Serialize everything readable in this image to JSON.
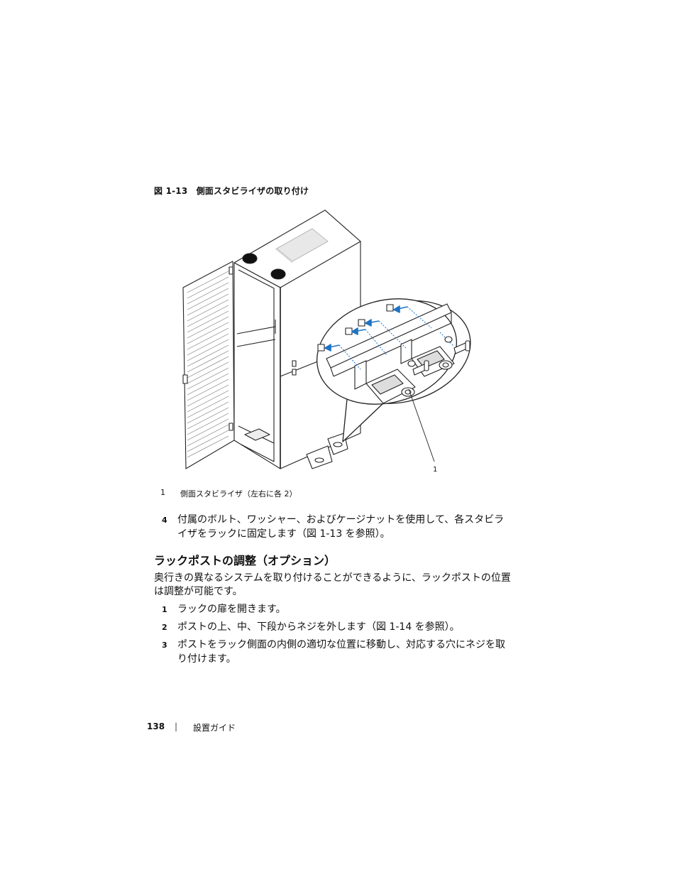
{
  "figure": {
    "caption": "図 1-13　側面スタビライザの取り付け",
    "callout_marker": "1",
    "legend": [
      {
        "number": "1",
        "text": "側面スタビライザ（左右に各 2）"
      }
    ]
  },
  "steps_before": [
    {
      "number": "4",
      "text": "付属のボルト、ワッシャー、およびケージナットを使用して、各スタビライザをラックに固定します（図 1-13 を参照）。"
    }
  ],
  "section": {
    "heading": "ラックポストの調整（オプション）",
    "intro": "奥行きの異なるシステムを取り付けることができるように、ラックポストの位置は調整が可能です。",
    "steps": [
      {
        "number": "1",
        "text": "ラックの扉を開きます。"
      },
      {
        "number": "2",
        "text": "ポストの上、中、下段からネジを外します（図 1-14 を参照）。"
      },
      {
        "number": "3",
        "text": "ポストをラック側面の内側の適切な位置に移動し、対応する穴にネジを取り付けます。"
      }
    ]
  },
  "footer": {
    "page_number": "138",
    "separator": "|",
    "guide_title": "設置ガイド"
  },
  "colors": {
    "text": "#111111",
    "arrow_blue": "#1f73c4"
  }
}
